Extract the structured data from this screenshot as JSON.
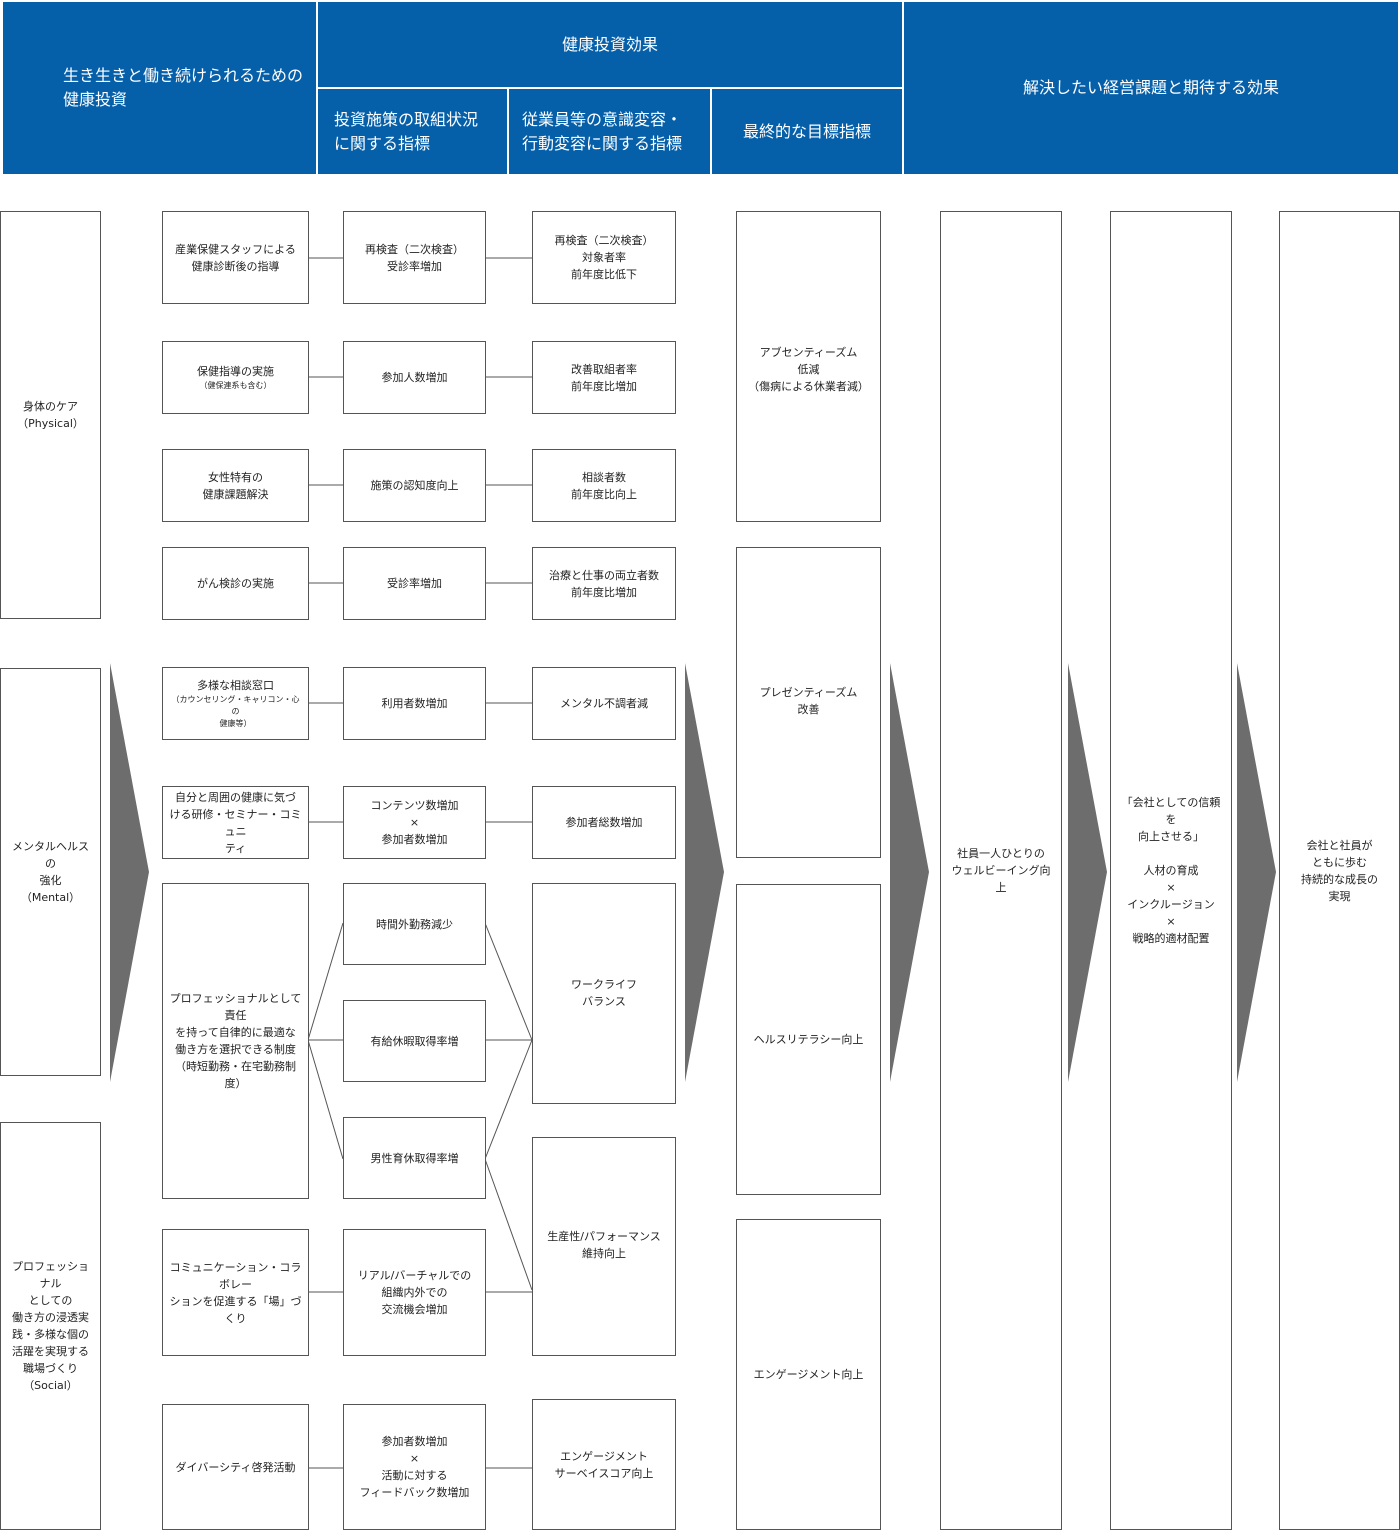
{
  "header": {
    "investment": "生き生きと働き続けられるための\n健康投資",
    "effect": "健康投資効果",
    "effect_sub1": "投資施策の取組状況\nに関する指標",
    "effect_sub2": "従業員等の意識変容・\n行動変容に関する指標",
    "effect_sub3": "最終的な目標指標",
    "management": "解決したい経営課題と期待する効果"
  },
  "categories": [
    "身体のケア\n（Physical）",
    "メンタルヘルスの\n強化\n（Mental）",
    "プロフェッショナル\nとしての\n働き方の浸透実\n践・多様な個の\n活躍を実現する\n職場づくり\n（Social）"
  ],
  "measures": [
    "産業保健スタッフによる\n健康診断後の指導",
    "保健指導の実施",
    "女性特有の\n健康課題解決",
    "がん検診の実施",
    "多様な相談窓口",
    "自分と周囲の健康に気づ\nける研修・セミナー・コミュニ\nティ",
    "プロフェッショナルとして責任\nを持って自律的に最適な\n働き方を選択できる制度\n（時短勤務・在宅勤務制\n度）",
    "コミュニケーション・コラボレー\nションを促進する「場」づくり",
    "ダイバーシティ啓発活動"
  ],
  "measure_subs": {
    "m2": "（健保連系も含む）",
    "m5": "（カウンセリング・キャリコン・心の\n健康等）"
  },
  "status_indicators": [
    "再検査（二次検査）\n受診率増加",
    "参加人数増加",
    "施策の認知度向上",
    "受診率増加",
    "利用者数増加",
    "コンテンツ数増加\n×\n参加者数増加",
    "時間外勤務減少",
    "有給休暇取得率増",
    "男性育休取得率増",
    "リアル/バーチャルでの\n組織内外での\n交流機会増加",
    "参加者数増加\n×\n活動に対する\nフィードバック数増加"
  ],
  "behavior_indicators": [
    "再検査（二次検査）\n対象者率\n前年度比低下",
    "改善取組者率\n前年度比増加",
    "相談者数\n前年度比向上",
    "治療と仕事の両立者数\n前年度比増加",
    "メンタル不調者減",
    "参加者総数増加",
    "ワークライフ\nバランス",
    "生産性/パフォーマンス\n維持向上",
    "エンゲージメント\nサーベイスコア向上"
  ],
  "final_indicators": [
    "アブセンティーズム\n低減\n（傷病による休業者減）",
    "プレゼンティーズム\n改善",
    "ヘルスリテラシー向上",
    "エンゲージメント向上"
  ],
  "outcomes": {
    "wellbeing": "社員一人ひとりの\nウェルビーイング向上",
    "issues": "「会社としての信頼を\n向上させる」\n\n人材の育成\n×\nインクルージョン\n×\n戦略的適材配置",
    "growth": "会社と社員が\nともに歩む\n持続的な成長の\n実現"
  },
  "colors": {
    "header": "#0660a9",
    "arrow": "#6d6d6d",
    "border": "#555555"
  }
}
